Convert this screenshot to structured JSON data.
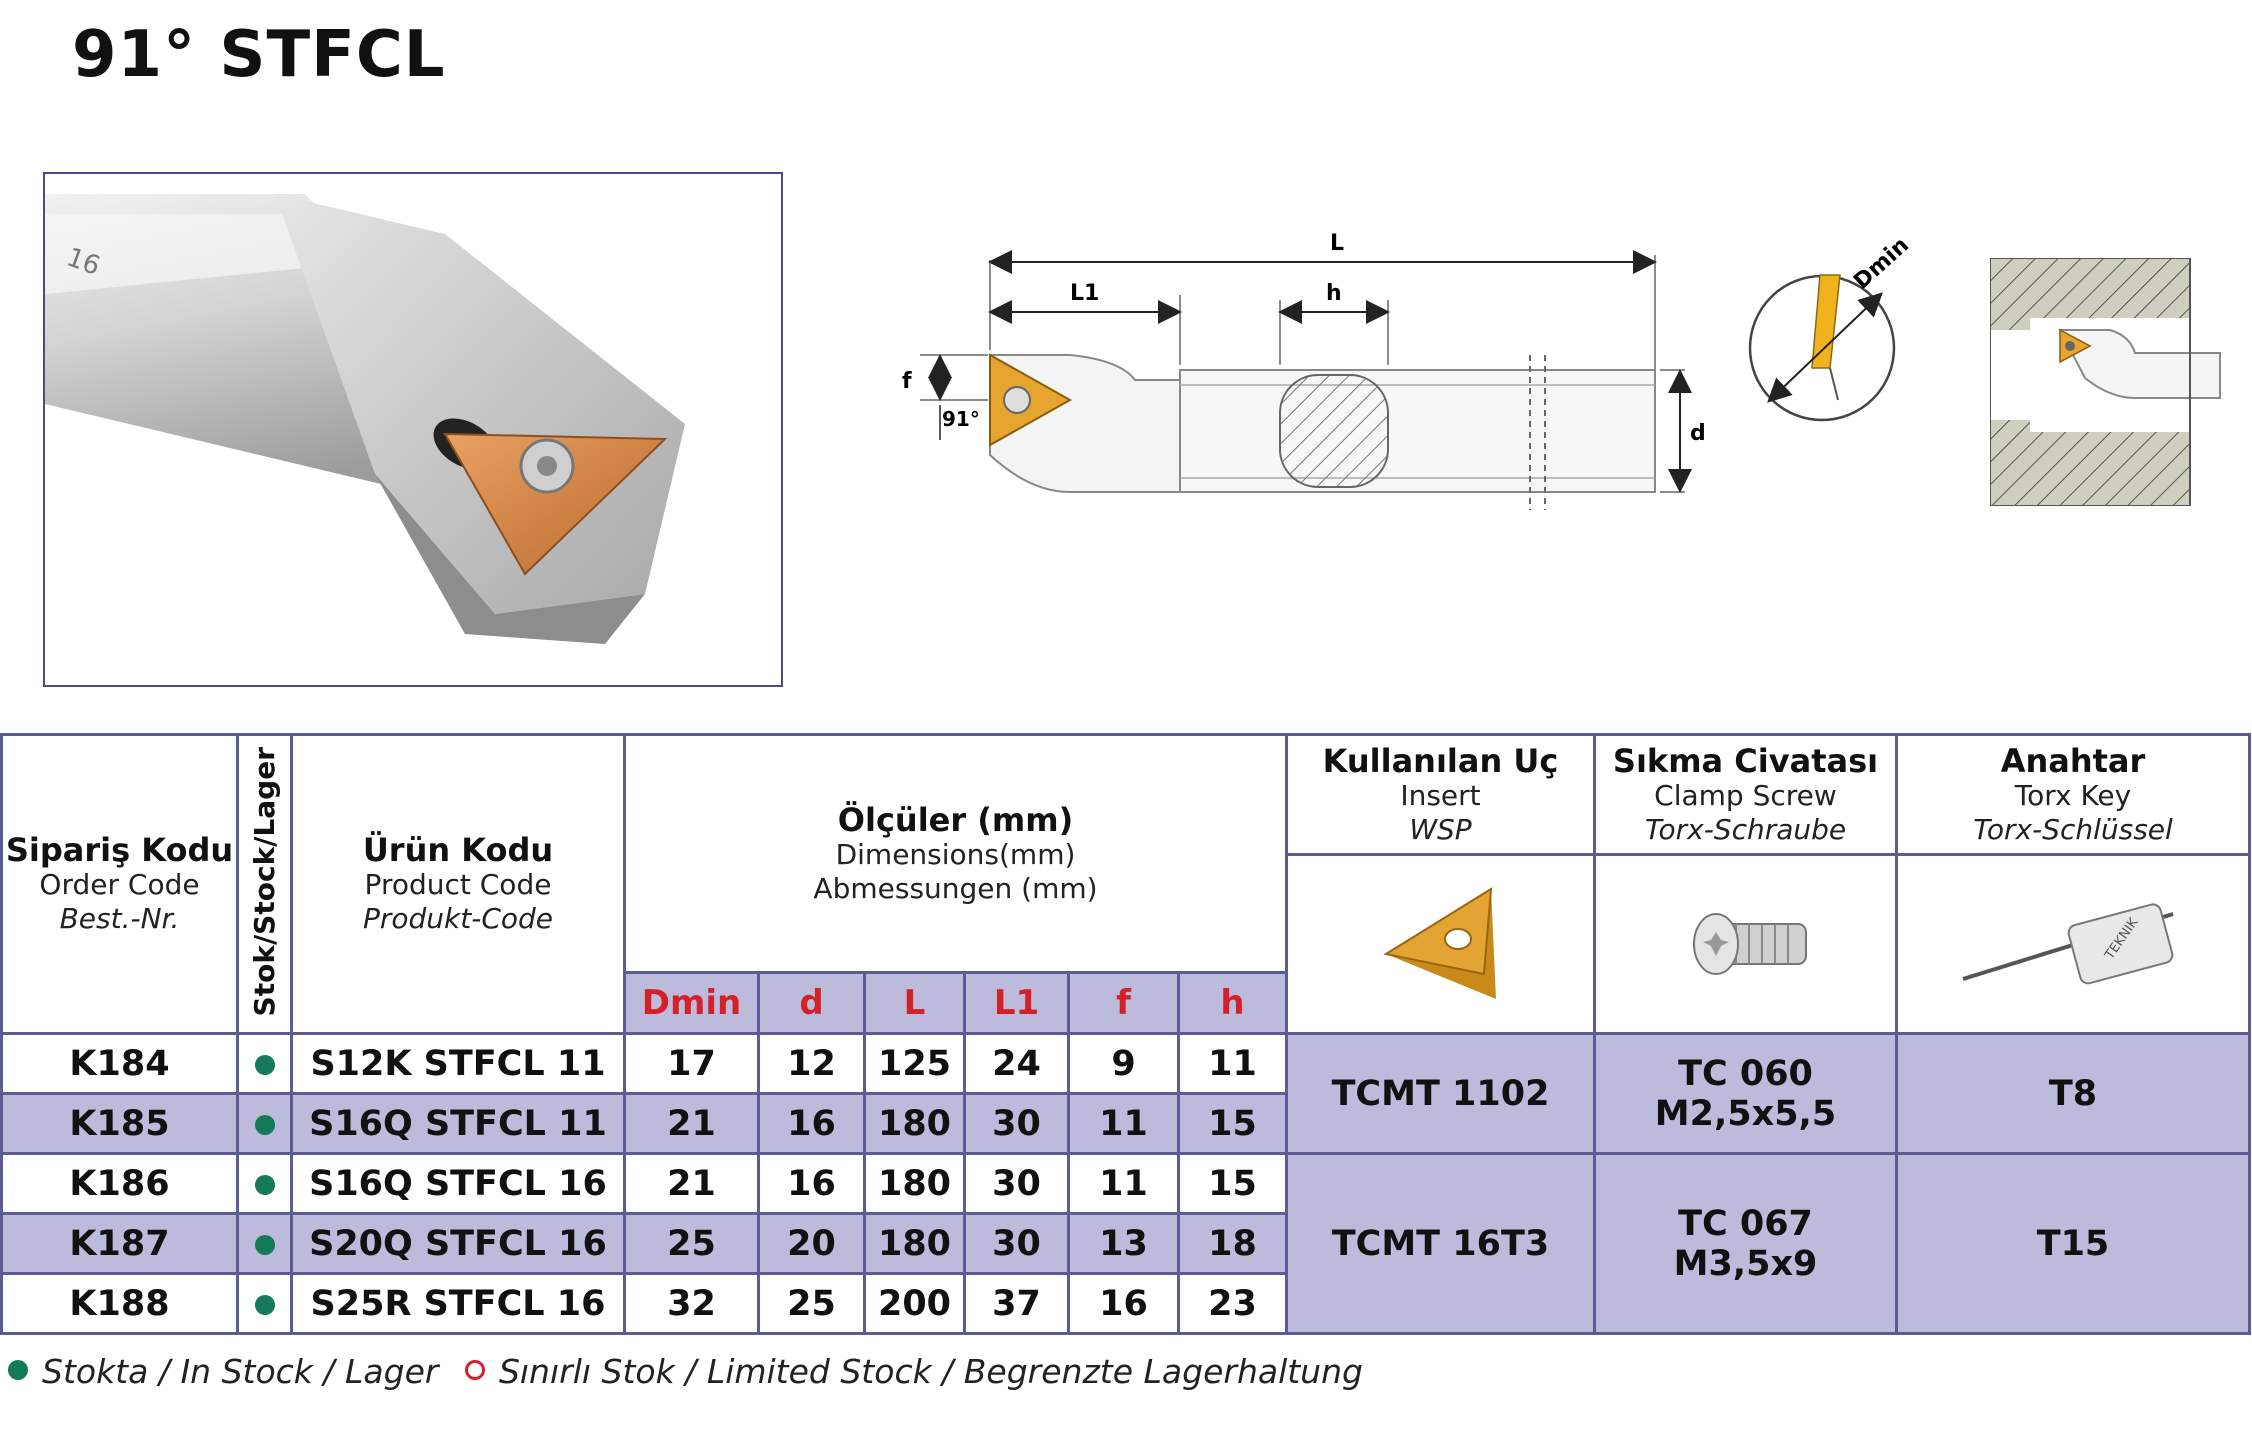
{
  "title": "91° STFCL",
  "drawing": {
    "label_L": "L",
    "label_L1": "L1",
    "label_h": "h",
    "label_f": "f",
    "label_d": "d",
    "label_angle": "91°",
    "label_dmin": "Dmin"
  },
  "photo": {
    "shank_mark": "16"
  },
  "table": {
    "order_code": {
      "tr": "Sipariş Kodu",
      "en": "Order Code",
      "de": "Best.-Nr."
    },
    "stock": "Stok/Stock/Lager",
    "product_code": {
      "tr": "Ürün Kodu",
      "en": "Product Code",
      "de": "Produkt-Code"
    },
    "dimensions": {
      "tr": "Ölçüler (mm)",
      "en": "Dimensions(mm)",
      "de": "Abmessungen (mm)"
    },
    "insert": {
      "tr": "Kullanılan Uç",
      "en": "Insert",
      "de": "WSP"
    },
    "clamp_screw": {
      "tr": "Sıkma Civatası",
      "en": "Clamp Screw",
      "de": "Torx-Schraube"
    },
    "key": {
      "tr": "Anahtar",
      "en": "Torx Key",
      "de": "Torx-Schlüssel",
      "logo_text": "TEKNIK"
    },
    "dim_columns": [
      "Dmin",
      "d",
      "L",
      "L1",
      "f",
      "h"
    ],
    "rows": [
      {
        "order": "K184",
        "product": "S12K STFCL 11",
        "dims": [
          "17",
          "12",
          "125",
          "24",
          "9",
          "11"
        ]
      },
      {
        "order": "K185",
        "product": "S16Q STFCL 11",
        "dims": [
          "21",
          "16",
          "180",
          "30",
          "11",
          "15"
        ]
      },
      {
        "order": "K186",
        "product": "S16Q STFCL 16",
        "dims": [
          "21",
          "16",
          "180",
          "30",
          "11",
          "15"
        ]
      },
      {
        "order": "K187",
        "product": "S20Q STFCL 16",
        "dims": [
          "25",
          "20",
          "180",
          "30",
          "13",
          "18"
        ]
      },
      {
        "order": "K188",
        "product": "S25R STFCL 16",
        "dims": [
          "32",
          "25",
          "200",
          "37",
          "16",
          "23"
        ]
      }
    ],
    "groups": [
      {
        "insert": "TCMT 1102",
        "screw_1": "TC 060",
        "screw_2": "M2,5x5,5",
        "key": "T8"
      },
      {
        "insert": "TCMT 16T3",
        "screw_1": "TC 067",
        "screw_2": "M3,5x9",
        "key": "T15"
      }
    ]
  },
  "legend": {
    "in_stock": "Stokta / In Stock / Lager",
    "limited": "Sınırlı Stok / Limited Stock / Begrenzte Lagerhaltung"
  },
  "colors": {
    "frame": "#5c5c95",
    "band": "#bdbbdc",
    "dim_header_text": "#d42027",
    "stock_dot": "#157a5a",
    "insert_orange": "#d98a3a"
  }
}
